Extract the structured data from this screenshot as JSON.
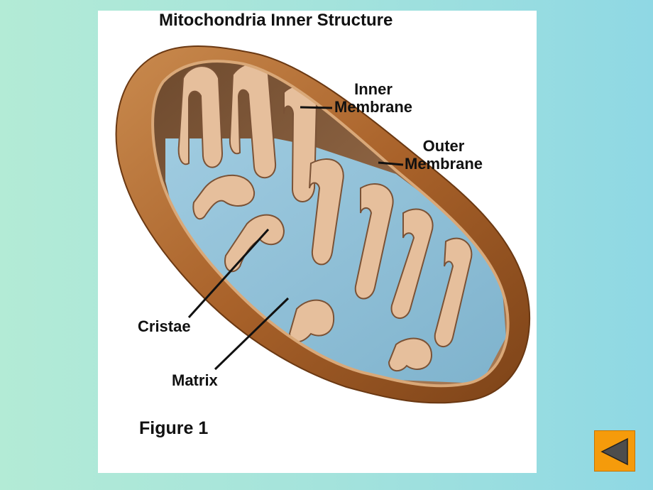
{
  "figure": {
    "title": "Mitochondria Inner Structure",
    "labels": {
      "inner_line1": "Inner",
      "inner_line2": "Membrane",
      "outer_line1": "Outer",
      "outer_line2": "Membrane",
      "cristae": "Cristae",
      "matrix": "Matrix"
    },
    "caption": "Figure 1"
  },
  "colors": {
    "background_left": "#b3ebd6",
    "background_right": "#8fd8e4",
    "outer_membrane": "#a05a22",
    "inner_membrane": "#e8c3a2",
    "matrix": "#8fbfd6",
    "nav_button": "#f59b0b"
  },
  "navigation": {
    "back_icon": "triangle-left-icon"
  }
}
